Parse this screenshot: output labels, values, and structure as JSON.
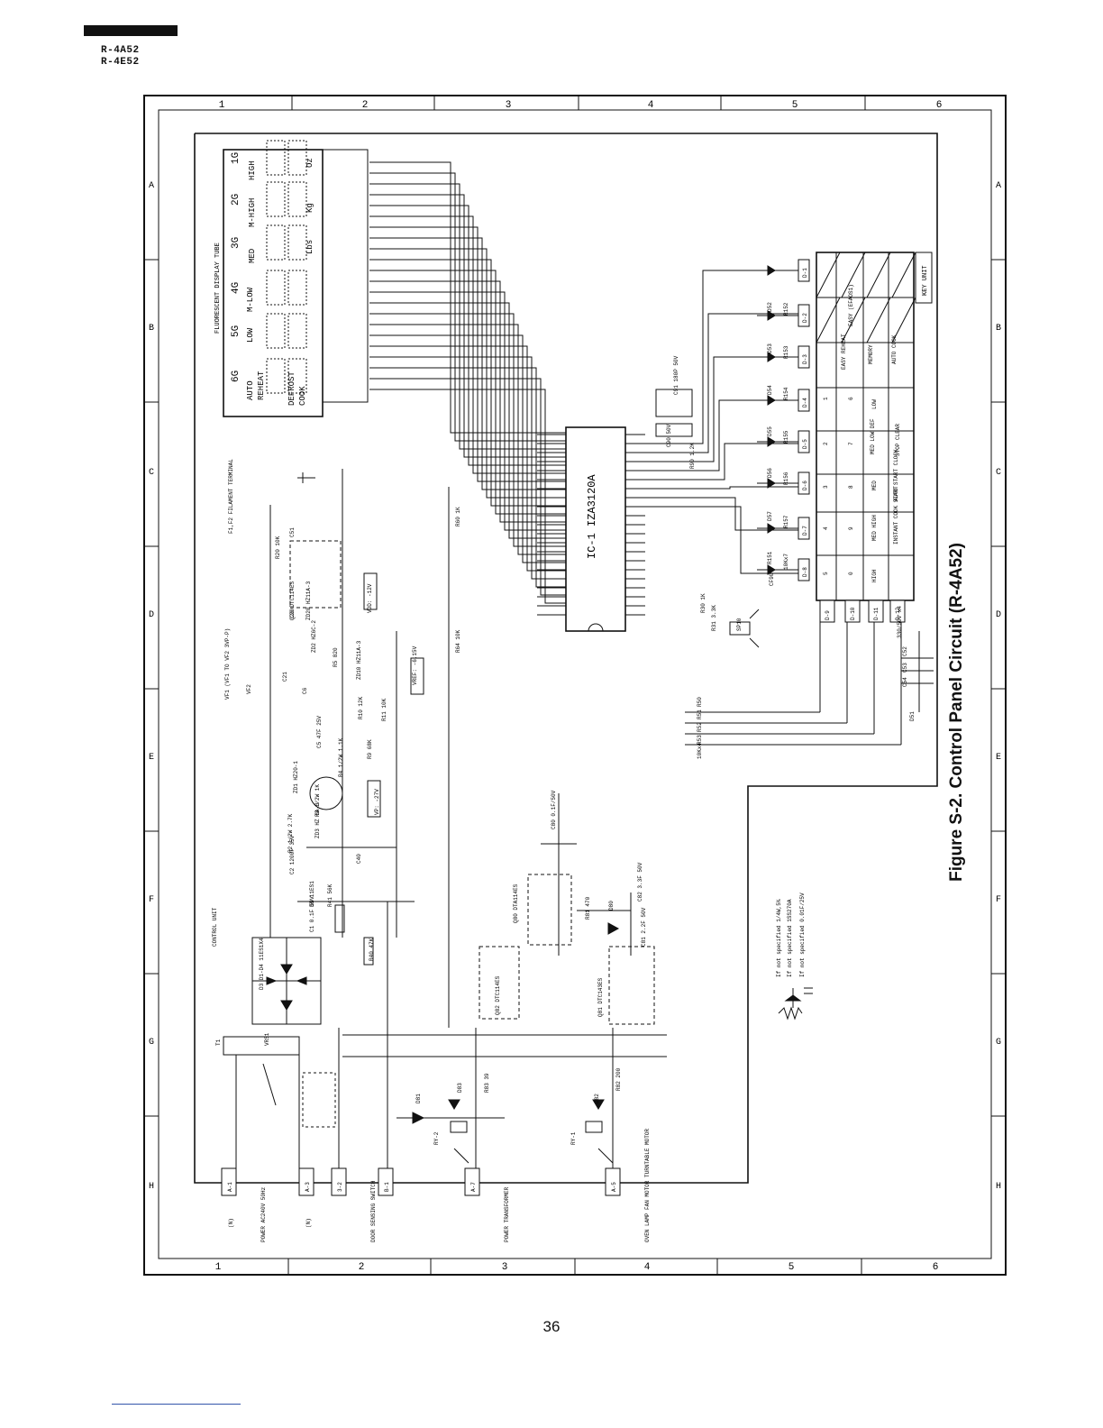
{
  "header": {
    "models": [
      "R-4A52",
      "R-4E52"
    ]
  },
  "frame": {
    "column_labels": [
      "1",
      "2",
      "3",
      "4",
      "5",
      "6"
    ],
    "row_labels": [
      "A",
      "B",
      "C",
      "D",
      "E",
      "F",
      "G",
      "H"
    ]
  },
  "display_tube": {
    "title": "FLUORESCENT DISPLAY TUBE",
    "grids": [
      "6G",
      "5G",
      "4G",
      "3G",
      "2G",
      "1G"
    ],
    "segments": [
      "AUTO",
      "REHEAT",
      "DEFROST",
      "COOK",
      "LOW",
      "M-LOW",
      "MED",
      "M-HIGH",
      "HIGH",
      "Lbs",
      "Kg",
      "Oz"
    ]
  },
  "ic": {
    "label": "IC-1 IZA3120A"
  },
  "key_unit": {
    "label": "KEY UNIT",
    "keys": [
      "EASY (EFAOS1)",
      "EASY REHEAT",
      "MEMORY",
      "AUTO COOK",
      "1",
      "6",
      "LOW",
      "2",
      "7",
      "MED LOW DEF",
      "STOP CLEAR",
      "3",
      "8",
      "MED",
      "AUTO START CLOCK",
      "4",
      "9",
      "MED HIGH",
      "INSTANT COOK START",
      "5",
      "0",
      "HIGH"
    ]
  },
  "connectors": {
    "d_row": [
      "D-1",
      "D-2",
      "D-3",
      "D-4",
      "D-5",
      "D-6",
      "D-7",
      "D-8"
    ],
    "d_col": [
      "D-9",
      "D-10",
      "D-11",
      "D-12"
    ]
  },
  "component_labels": [
    "F1,F2 FILAMENT TERMINAL",
    "VF1 (VF1 TO VF2 3VP-P)",
    "VF2",
    "CONTROL UNIT",
    "VDD: -12V",
    "VREF: -6.15V",
    "VP: -27V",
    "SP10",
    "R60 1K",
    "R64 10K",
    "R30 1K",
    "R31 3.3K",
    "R50",
    "R51",
    "R52",
    "R53",
    "10Kx4",
    "Q20 DTC114ES",
    "Q80 DTA114ES",
    "Q82 DTC114ES",
    "Q81 DTC143ES",
    "R81 470",
    "D80",
    "C80 0.1F/50V",
    "C82 3.3F 50V",
    "C81 2.2F 50V",
    "R83 39",
    "R82 200",
    "D83",
    "D81",
    "D82",
    "RY-2",
    "RY-1",
    "VRS1",
    "T1",
    "D3 D1-D4 11ES1X4",
    "C1 0.1F 50V",
    "R40 47K",
    "R41 56K",
    "D5 11ES1",
    "C2 1200F 35V",
    "C40",
    "R2 1/2W 2.7K",
    "ZD3 HZ 6A-3",
    "R3 1/2W 1K",
    "ZD1 HZ20-1",
    "R4 1/2W 1.1K",
    "R10 12K",
    "R11 10K",
    "R9 68K",
    "C5 47F 25V",
    "C6",
    "ZD10 HZ11A-3",
    "R5 820",
    "ZD2 HZ6C-2",
    "ZD20 HZ11A-3",
    "C20",
    "C21",
    "R20 10K",
    "C51",
    "C52",
    "C53",
    "C54",
    "330/50V x4",
    "D51",
    "D52",
    "D53",
    "D54",
    "D55",
    "D56",
    "D57",
    "R151",
    "R152",
    "R153",
    "R154",
    "R155",
    "R156",
    "R157",
    "10Kx7",
    "CF90",
    "C90 50V",
    "C91 180P 50V",
    "R90 1.2K"
  ],
  "bottom_terminals": [
    {
      "id": "A-1",
      "label": "POWER AC240V 50Hz",
      "tag": "(N)"
    },
    {
      "id": "A-3",
      "label": "",
      "tag": "(N)"
    },
    {
      "id": "3-2",
      "label": "DOOR SENSING SWITCH",
      "tag": ""
    },
    {
      "id": "B-1",
      "label": "",
      "tag": ""
    },
    {
      "id": "A-7",
      "label": "POWER TRANSFORMER",
      "tag": ""
    },
    {
      "id": "A-5",
      "label": "OVEN LAMP FAN MOTOR TURNTABLE MOTOR",
      "tag": ""
    }
  ],
  "notes": [
    "If not specified 1/4W,5%",
    "If not specified 1SS270A",
    "If not specified 0.01F/25V"
  ],
  "figure_caption": "Figure S-2. Control Panel Circuit (R-4A52)",
  "page_number": "36"
}
